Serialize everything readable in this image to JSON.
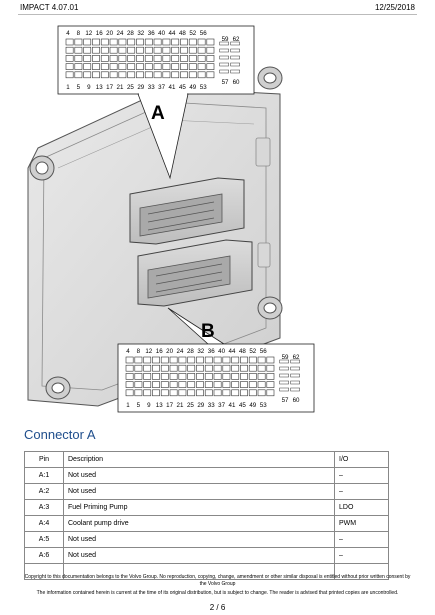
{
  "header": {
    "title": "IMPACT 4.07.01",
    "date": "12/25/2018"
  },
  "diagram": {
    "label_a": "A",
    "label_b": "B",
    "pin_numbers_top": [
      "4",
      "8",
      "12",
      "16",
      "20",
      "24",
      "28",
      "32",
      "36",
      "40",
      "44",
      "48",
      "52",
      "56"
    ],
    "pin_numbers_bottom": [
      "1",
      "5",
      "9",
      "13",
      "17",
      "21",
      "25",
      "29",
      "33",
      "37",
      "41",
      "45",
      "49",
      "53"
    ],
    "pin_numbers_right_top": [
      "59",
      "62"
    ],
    "pin_numbers_right_bottom": [
      "57",
      "60"
    ]
  },
  "section_title": "Connector A",
  "table": {
    "headers": [
      "Pin",
      "Description",
      "I/O"
    ],
    "rows": [
      [
        "A:1",
        "Not used",
        "–"
      ],
      [
        "A:2",
        "Not used",
        "–"
      ],
      [
        "A:3",
        "Fuel Priming Pump",
        "LDO"
      ],
      [
        "A:4",
        "Coolant pump drive",
        "PWM"
      ],
      [
        "A:5",
        "Not used",
        "–"
      ],
      [
        "A:6",
        "Not used",
        "–"
      ],
      [
        "",
        "",
        ""
      ]
    ]
  },
  "footer": {
    "line1a": "Copyright to this documentation belongs to the Volvo Group. No reproduction, copying, change, amendment or other similar disposal is entitled without prior written consent by",
    "line1b": "the Volvo Group",
    "line2": "The information contained herein is current at the time of its original distribution, but is subject to change. The reader is advised that printed copies are uncontrolled.",
    "page": "2 / 6"
  }
}
